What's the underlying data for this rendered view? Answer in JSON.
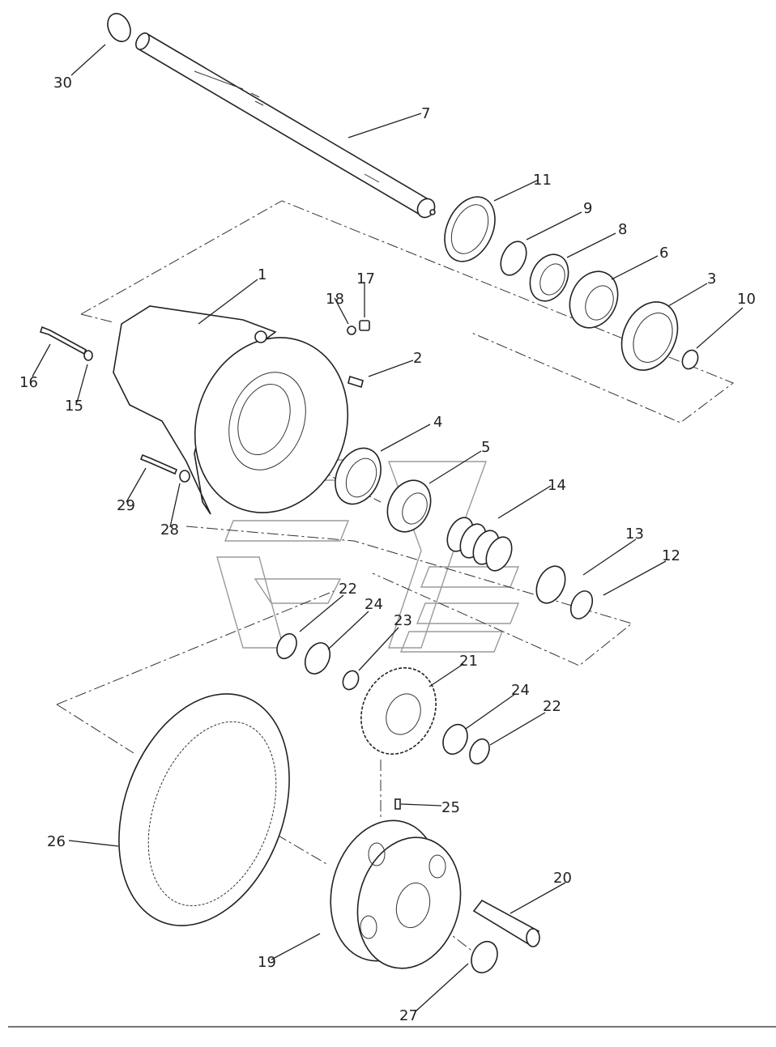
{
  "callouts": [
    "1",
    "2",
    "3",
    "4",
    "5",
    "6",
    "7",
    "8",
    "9",
    "10",
    "11",
    "12",
    "13",
    "14",
    "15",
    "16",
    "17",
    "18",
    "19",
    "20",
    "21",
    "22",
    "22",
    "23",
    "24",
    "24",
    "25",
    "26",
    "27",
    "28",
    "29",
    "30"
  ]
}
